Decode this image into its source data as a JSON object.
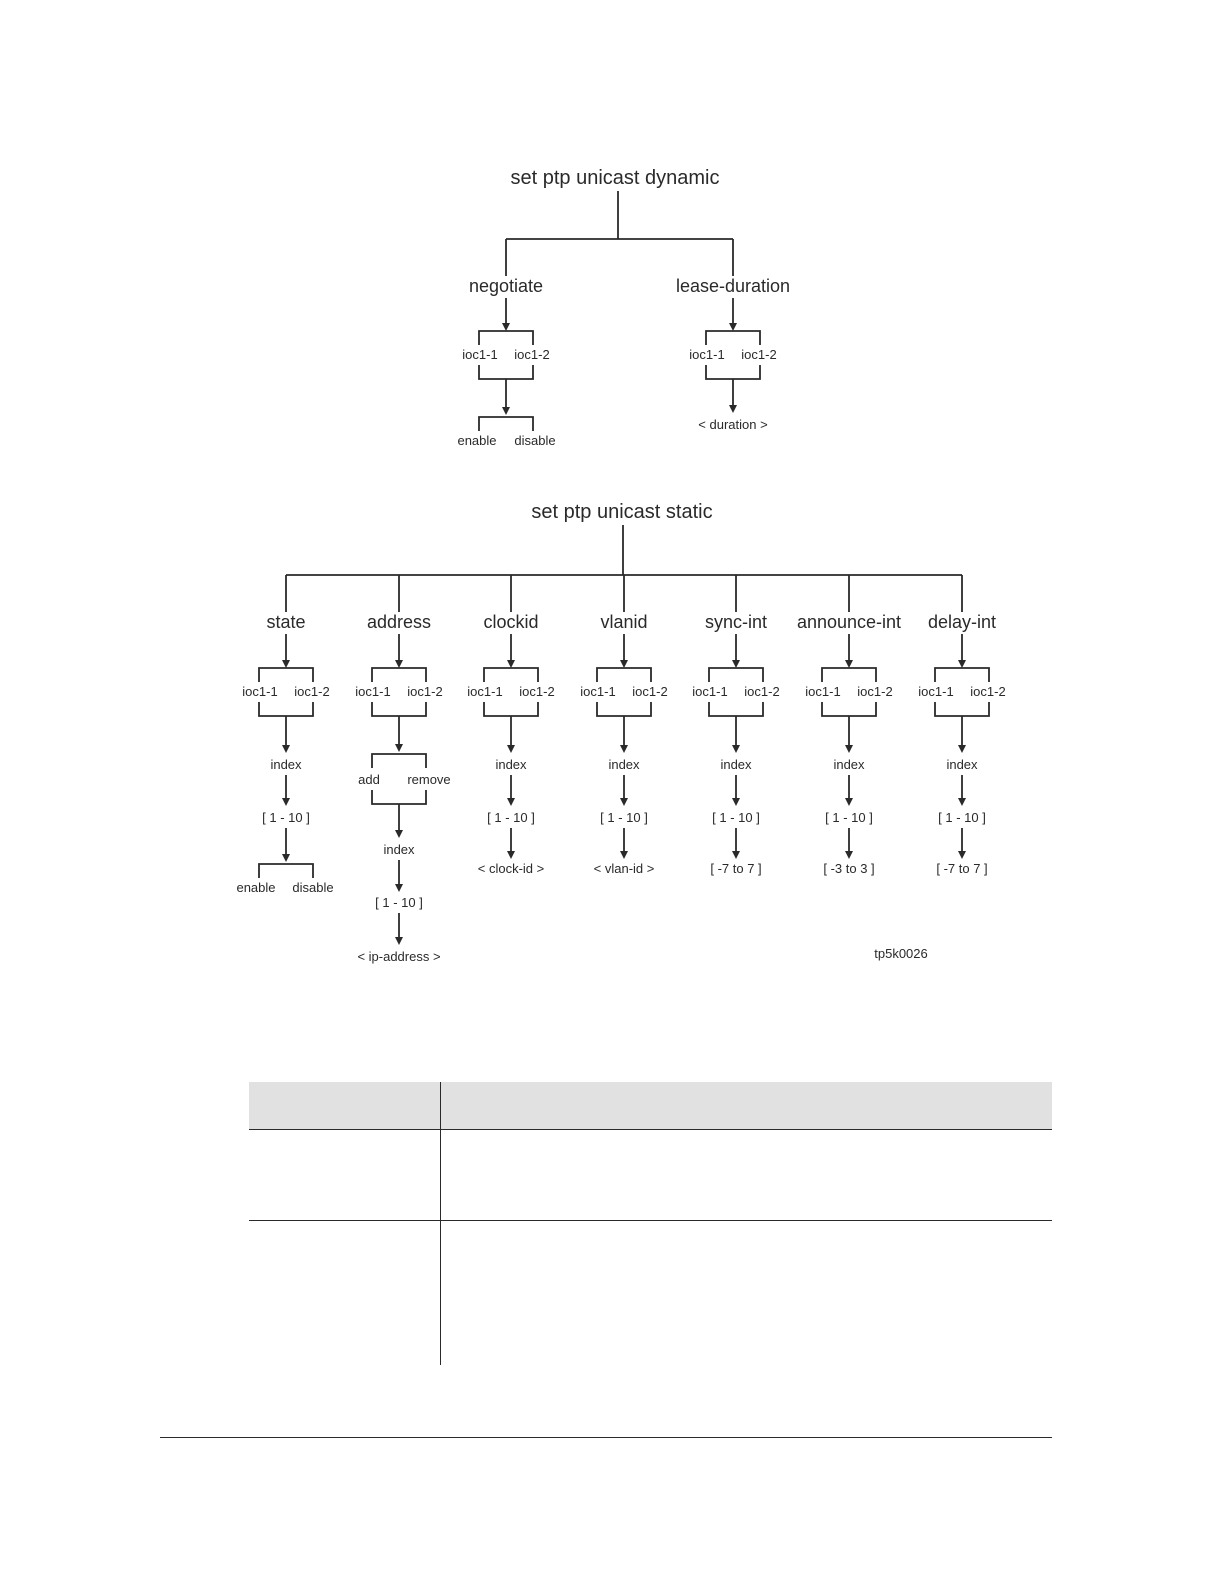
{
  "dynamic": {
    "title": "set ptp unicast dynamic",
    "branches": [
      {
        "name": "negotiate",
        "ioc": [
          "ioc1-1",
          "ioc1-2"
        ],
        "choices": [
          "enable",
          "disable"
        ]
      },
      {
        "name": "lease-duration",
        "ioc": [
          "ioc1-1",
          "ioc1-2"
        ],
        "value": "< duration >"
      }
    ]
  },
  "static": {
    "title": "set ptp unicast static",
    "branches": [
      {
        "name": "state",
        "ioc": [
          "ioc1-1",
          "ioc1-2"
        ],
        "index": "index",
        "range": "[ 1 - 10 ]",
        "choices": [
          "enable",
          "disable"
        ]
      },
      {
        "name": "address",
        "ioc": [
          "ioc1-1",
          "ioc1-2"
        ],
        "actions": [
          "add",
          "remove"
        ],
        "index": "index",
        "range": "[ 1 - 10 ]",
        "value": "< ip-address >"
      },
      {
        "name": "clockid",
        "ioc": [
          "ioc1-1",
          "ioc1-2"
        ],
        "index": "index",
        "range": "[ 1 - 10 ]",
        "value": "< clock-id >"
      },
      {
        "name": "vlanid",
        "ioc": [
          "ioc1-1",
          "ioc1-2"
        ],
        "index": "index",
        "range": "[ 1 - 10 ]",
        "value": "< vlan-id >"
      },
      {
        "name": "sync-int",
        "ioc": [
          "ioc1-1",
          "ioc1-2"
        ],
        "index": "index",
        "range": "[ 1 - 10 ]",
        "value": "[ -7  to  7 ]"
      },
      {
        "name": "announce-int",
        "ioc": [
          "ioc1-1",
          "ioc1-2"
        ],
        "index": "index",
        "range": "[ 1 - 10 ]",
        "value": "[ -3  to  3 ]"
      },
      {
        "name": "delay-int",
        "ioc": [
          "ioc1-1",
          "ioc1-2"
        ],
        "index": "index",
        "range": "[ 1 - 10 ]",
        "value": "[ -7  to  7 ]"
      }
    ]
  },
  "figure_id": "tp5k0026",
  "table": {
    "header": [
      "",
      ""
    ],
    "rows": [
      [
        "",
        ""
      ],
      [
        "",
        ""
      ]
    ]
  }
}
